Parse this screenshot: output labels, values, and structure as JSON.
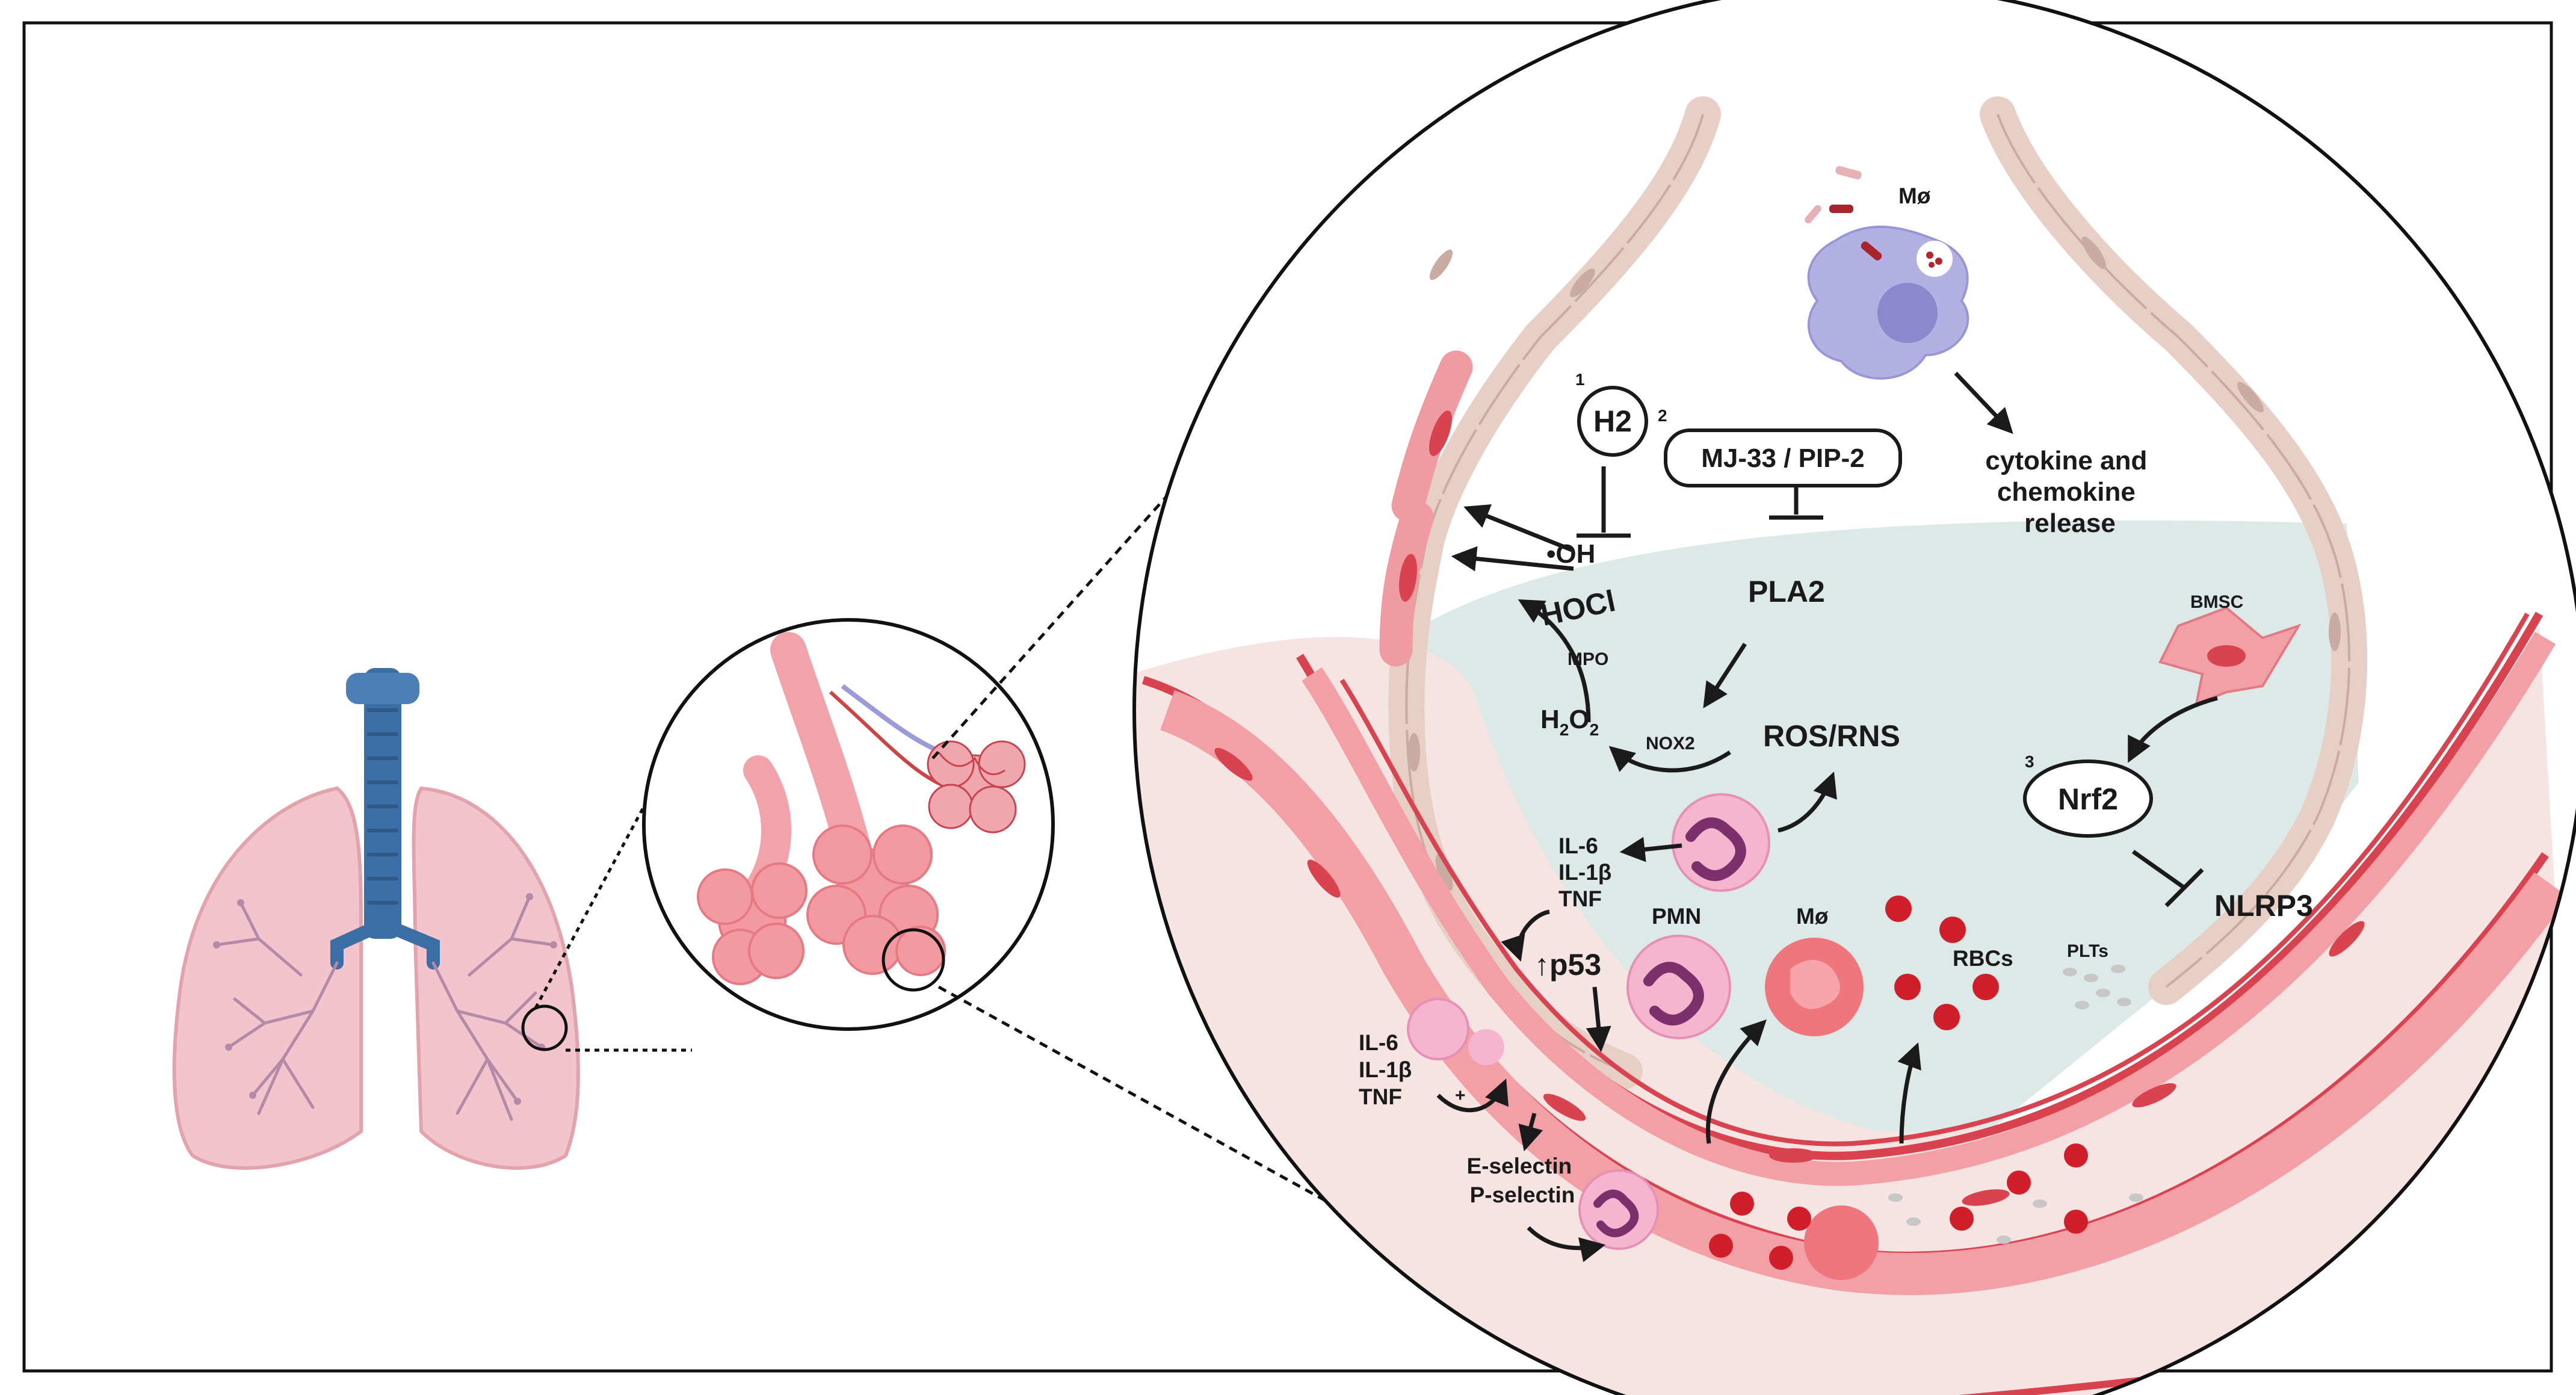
{
  "labels": {
    "macrophage_top": "Mø",
    "cytokine_release": [
      "cytokine and",
      "chemokine",
      "release"
    ],
    "num1": "1",
    "h2": "H2",
    "num2": "2",
    "mj33": "MJ-33 / PIP-2",
    "oh": "•OH",
    "hocl": "HOCl",
    "pla2": "PLA2",
    "mpo": "MPO",
    "h2o2_main": "H",
    "h2o2_sub1": "2",
    "h2o2_o": "O",
    "h2o2_sub2": "2",
    "nox2": "NOX2",
    "ros_rns": "ROS/RNS",
    "bmsc": "BMSC",
    "num3": "3",
    "nrf2": "Nrf2",
    "nlrp3": "NLRP3",
    "plts": "PLTs",
    "cytokines_upper": [
      "IL-6",
      "IL-1β",
      "TNF"
    ],
    "p53": "↑p53",
    "pmn": "PMN",
    "macrophage_mid": "Mø",
    "rbcs": "RBCs",
    "cytokines_lower": [
      "IL-6",
      "IL-1β",
      "TNF"
    ],
    "plus": "+",
    "selectins": [
      "E-selectin",
      "P-selectin"
    ]
  },
  "colors": {
    "alveolar_fluid": "#dce9e6",
    "epithelium_tan": "#e8cfc6",
    "endothelium_red": "#d9434f",
    "cell_pink": "#f2a0a6",
    "neutrophil": "#f5b5cf",
    "macrophage": "#b3b0e4",
    "rbc": "#d01f2a",
    "airway_blue": "#3a6ea5",
    "lung_pink": "#f2c4cb"
  }
}
